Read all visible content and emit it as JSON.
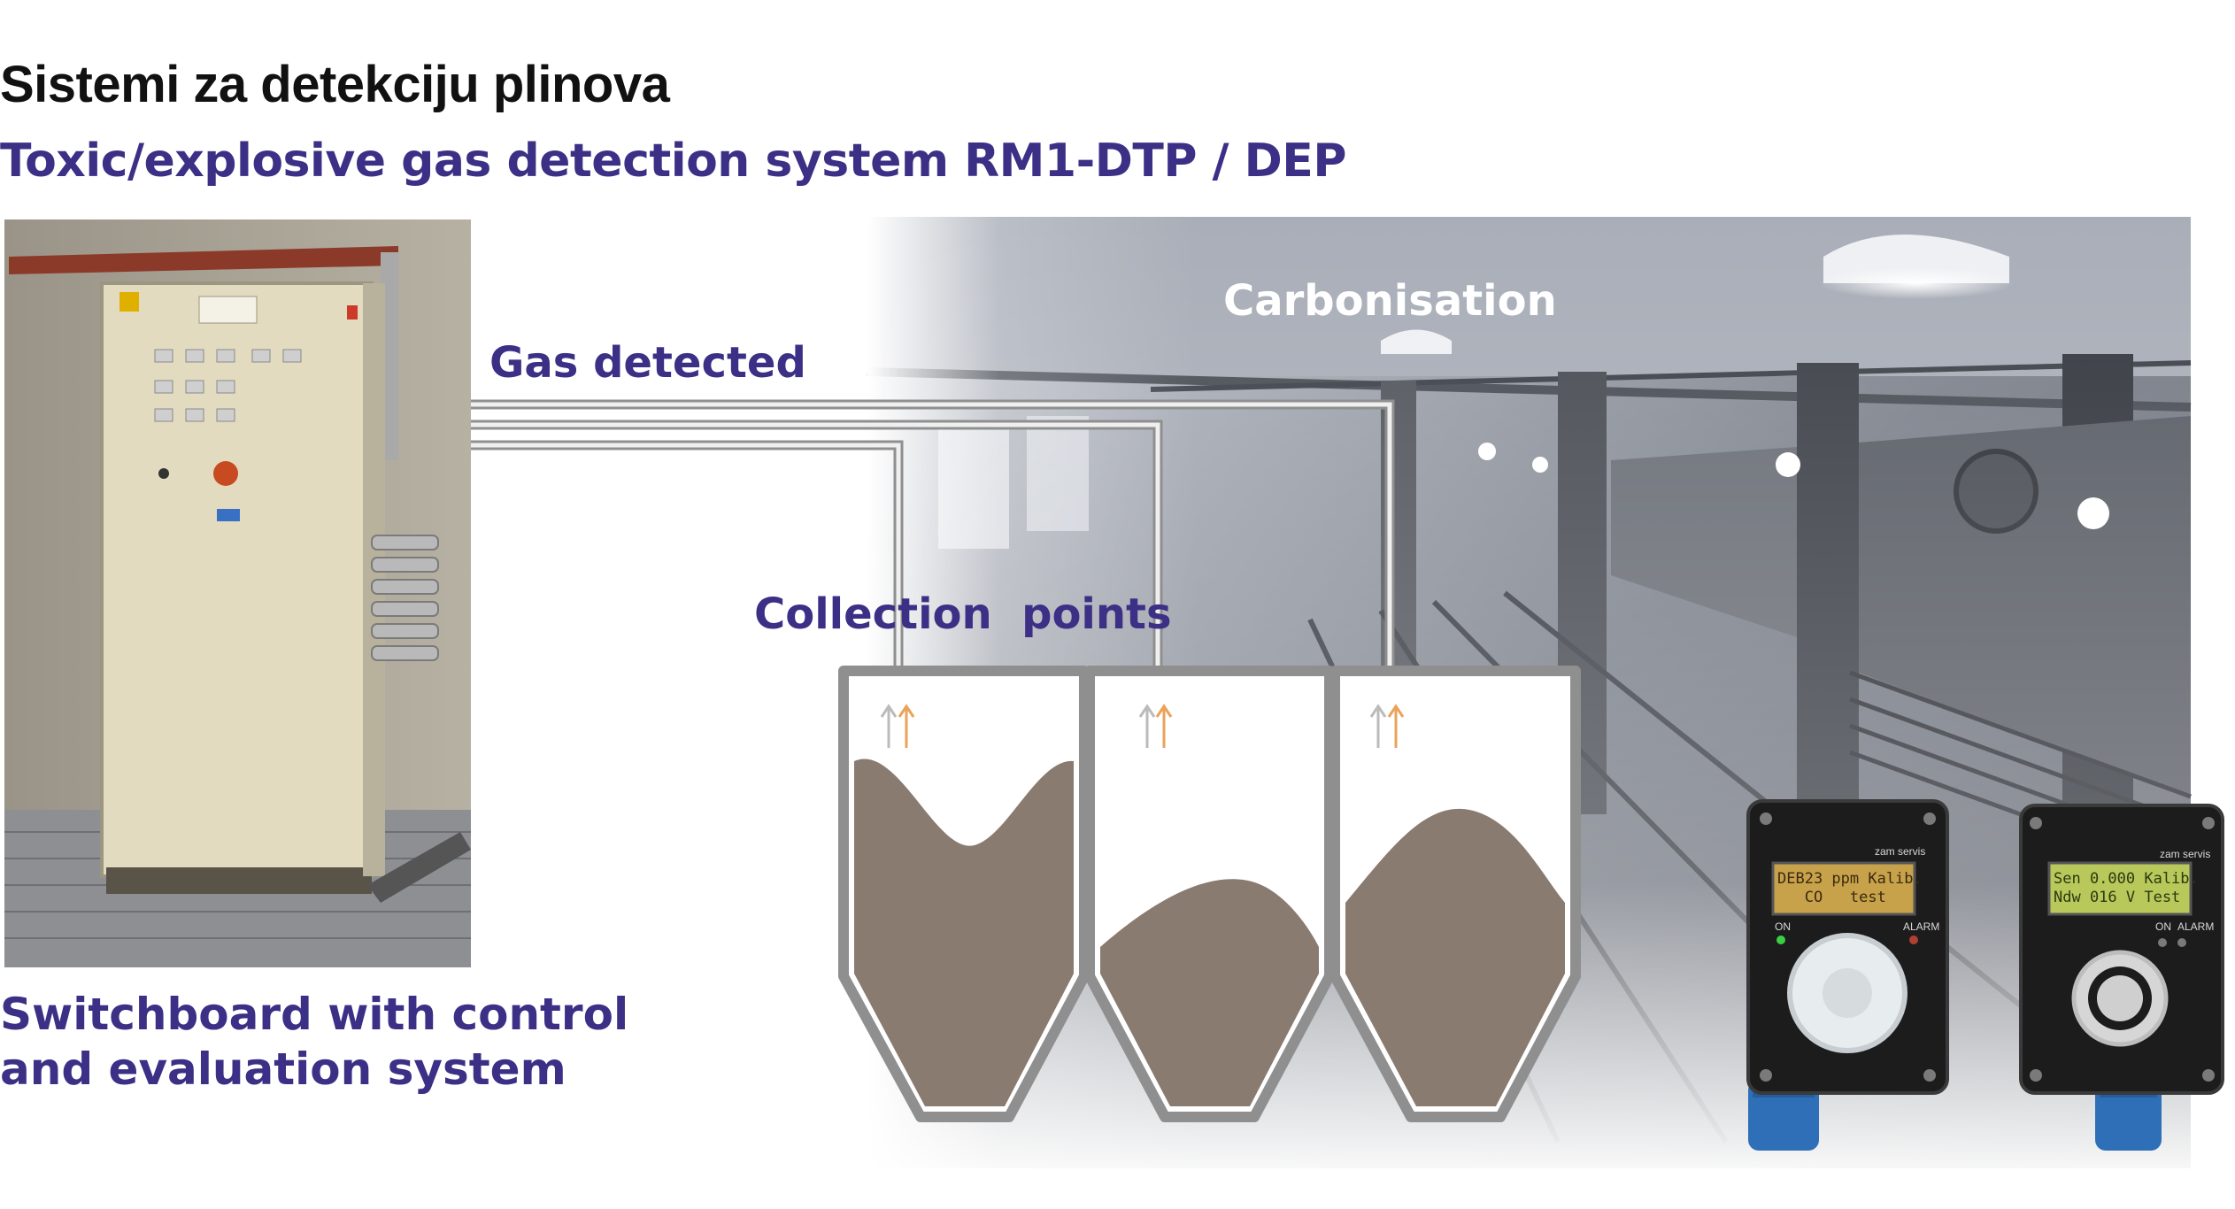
{
  "title": "Sistemi za detekciju plinova",
  "subtitle": "Toxic/explosive gas detection system RM1-DTP / DEP",
  "labels": {
    "gas_detected": "Gas detected",
    "collection_points": "Collection  points",
    "carbonisation": "Carbonisation",
    "switchboard_line1": "Switchboard with control",
    "switchboard_line2": "and evaluation system"
  },
  "detectors": [
    {
      "brand": "zam servis",
      "lcd_line1": "DEB23 ppm Kalib.",
      "lcd_line2": "   CO   test",
      "lcd_color": "#c8a24a",
      "led_on": "ON",
      "led_alarm": "ALARM"
    },
    {
      "brand": "zam servis",
      "lcd_line1": "Sen 0.000 Kalib.",
      "lcd_line2": "Ndw 016 V Test",
      "lcd_color": "#b9c85a",
      "led_on": "ON",
      "led_alarm": "ALARM"
    }
  ],
  "colors": {
    "text_accent": "#3b2f86",
    "silo_fill": "#8a7b70",
    "pipe": "#9a9a9a",
    "arrow_grey": "#bbbbbb",
    "arrow_orange": "#e9a35a"
  }
}
